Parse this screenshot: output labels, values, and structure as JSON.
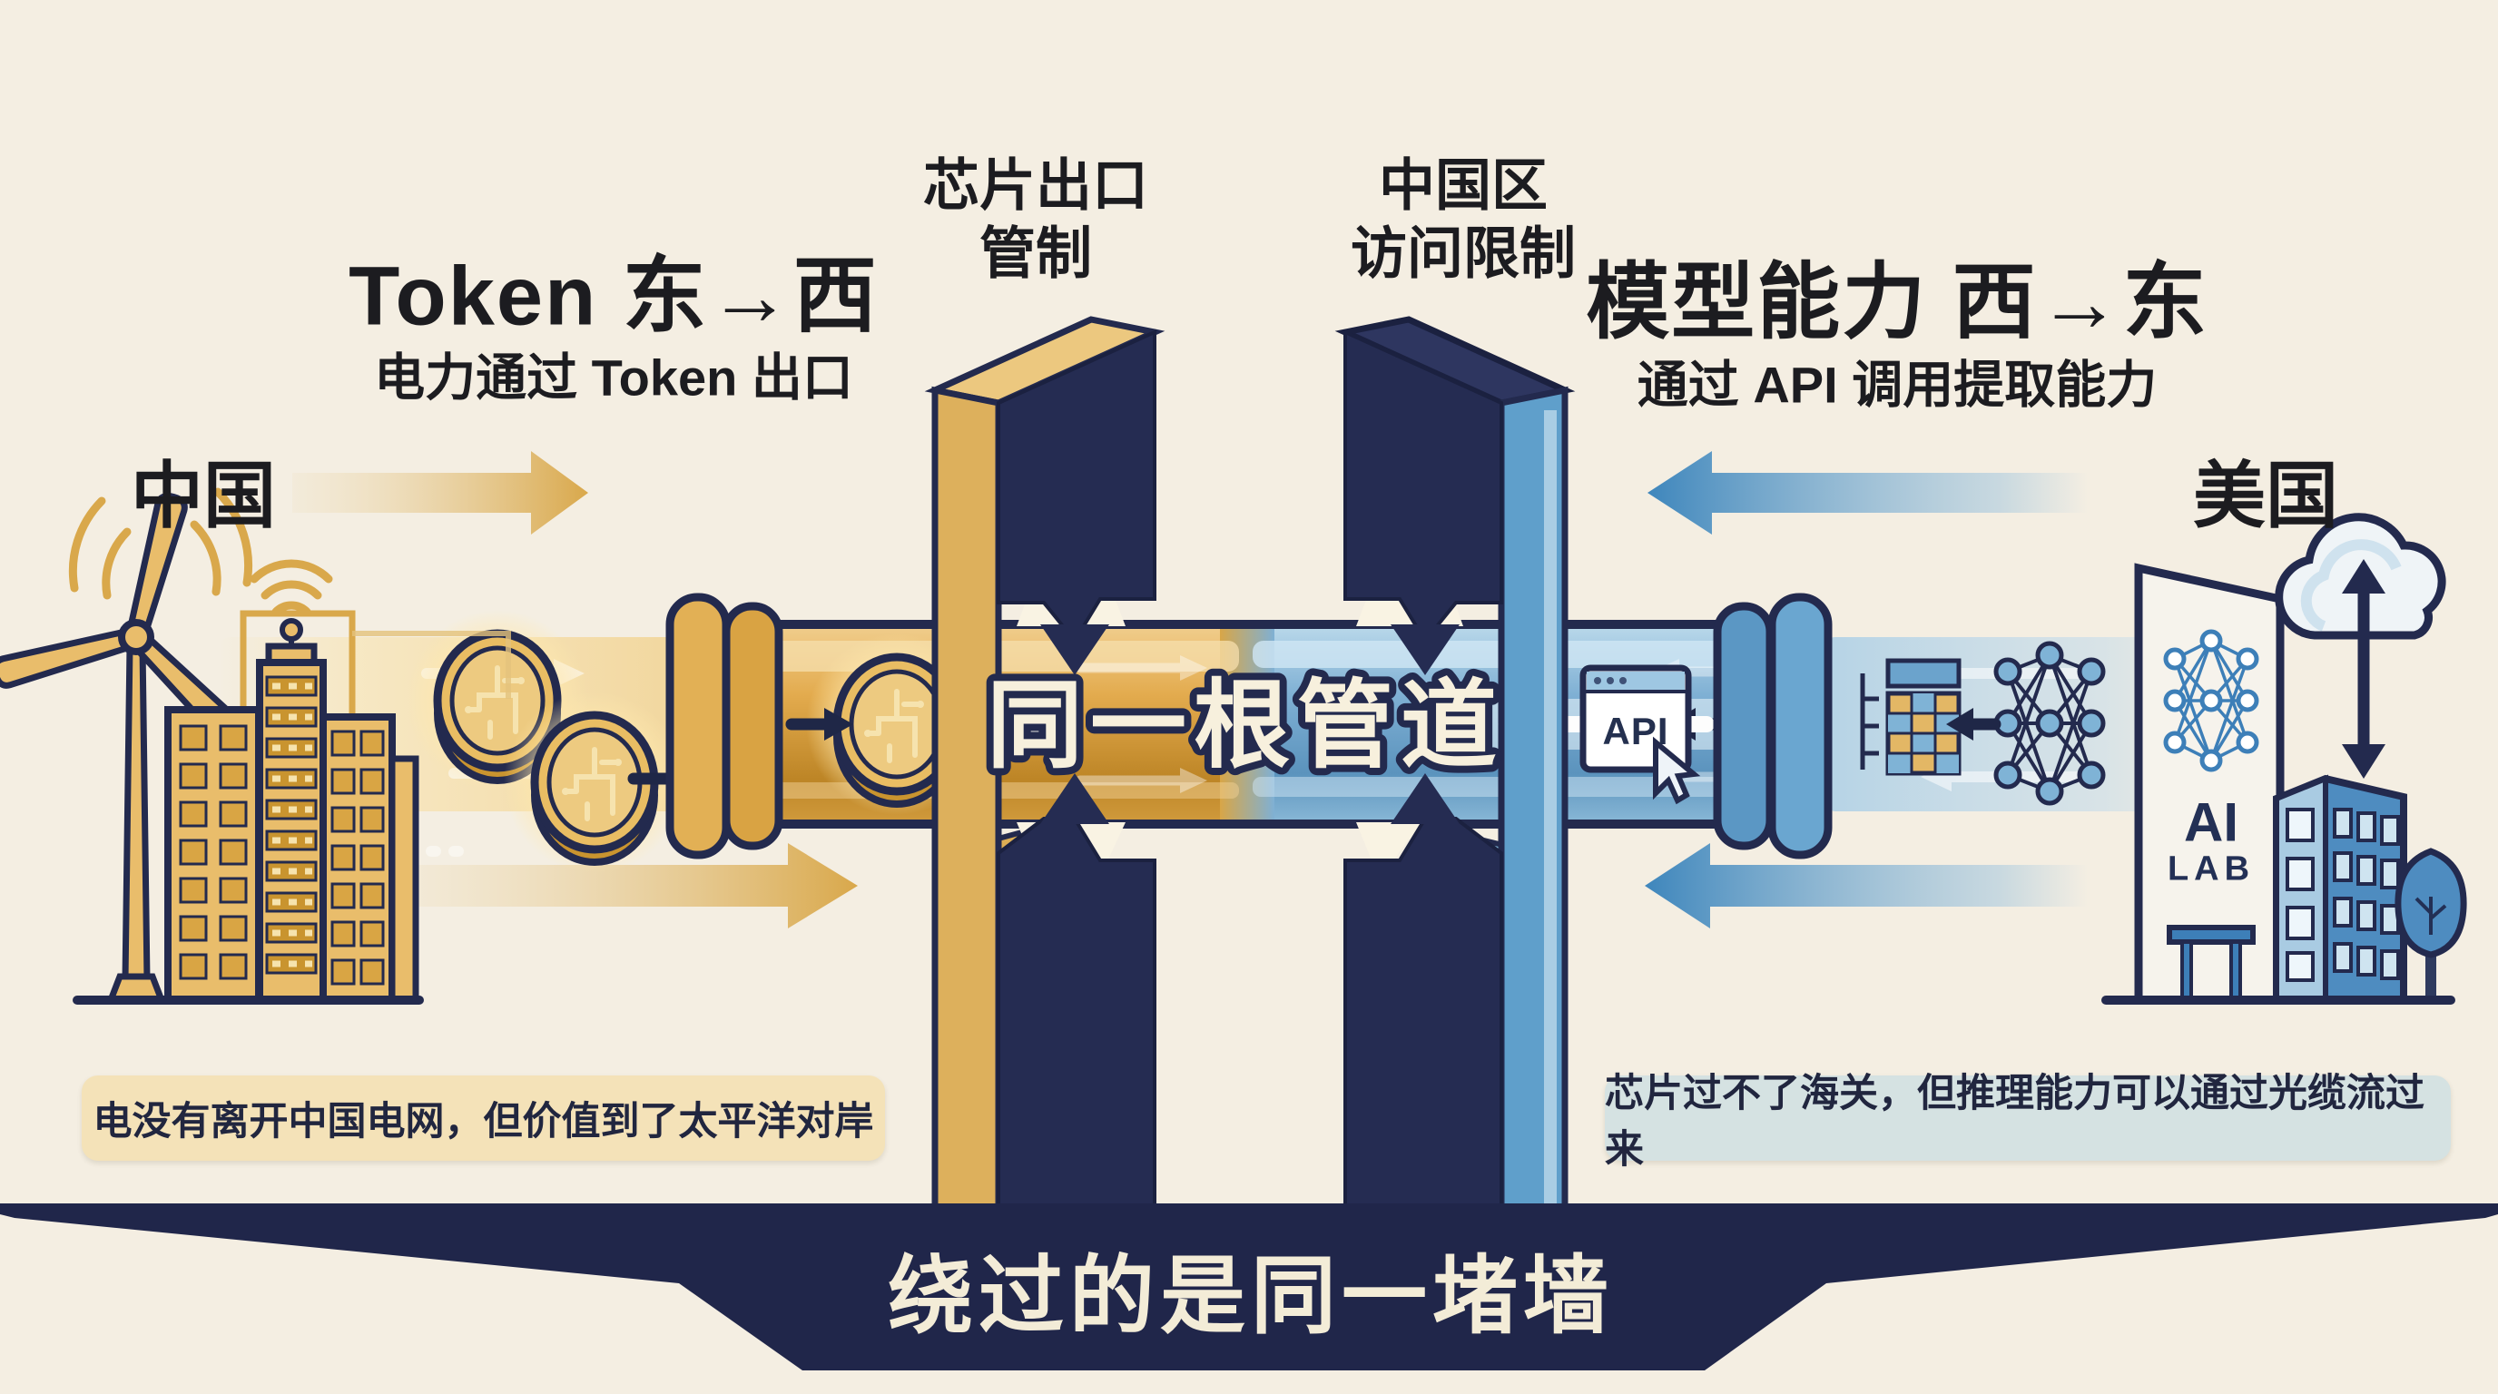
{
  "regions": {
    "china": "中国",
    "usa": "美国"
  },
  "flows": {
    "token_east_west": {
      "title": "Token 东→西",
      "subtitle": "电力通过 Token 出口"
    },
    "model_west_east": {
      "title": "模型能力 西→东",
      "subtitle": "通过 API 调用提取能力"
    }
  },
  "walls": {
    "chip_export": {
      "line1": "芯片出口",
      "line2": "管制"
    },
    "china_access": {
      "line1": "中国区",
      "line2": "访问限制"
    }
  },
  "pipe": {
    "label": "同一根管道",
    "api_badge": "API"
  },
  "buildings": {
    "ai_lab_line1": "AI",
    "ai_lab_line2": "LAB"
  },
  "captions": {
    "left": "电没有离开中国电网，但价值到了太平洋对岸",
    "right": "芯片过不了海关，但推理能力可以通过光缆流过来"
  },
  "banner": {
    "text": "绕过的是同一堵墙"
  },
  "colors": {
    "background": "#f4eee2",
    "navy": "#232a4e",
    "gold": "#d9a84b",
    "gold_deep": "#c08427",
    "blue": "#4e8cc0",
    "blue_light": "#a9cbe2",
    "cream_text": "#f3ecd7",
    "caption_left_bg": "#f4e2b8",
    "caption_right_bg": "#d5e2e2"
  }
}
